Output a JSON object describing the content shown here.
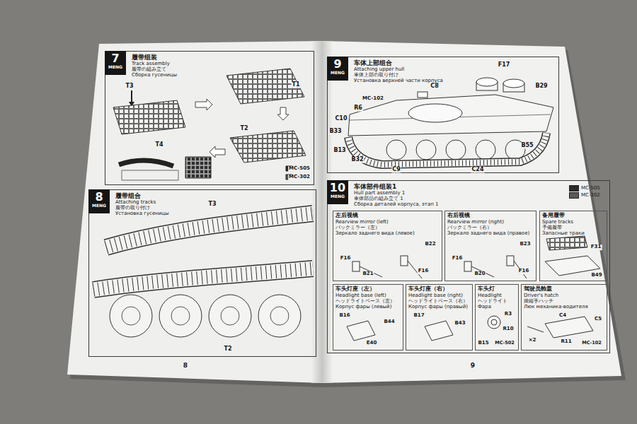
{
  "diagram": {
    "nodes": [
      {
        "text": [
          "履带组装",
          "Track assembly",
          "履帯の組み立て",
          "Сборка гусеницы"
        ]
      },
      {
        "text": [
          "7",
          "MENG"
        ],
        "in": 0
      },
      {
        "text": [
          "履带组合",
          "Attaching tracks",
          "履帯の取り付け",
          "Установка гусеницы"
        ]
      },
      {
        "text": [
          "8",
          "MENG"
        ],
        "in": 2
      },
      {
        "text": [
          "车体上部组合",
          "Attaching upper hull",
          "車体上部の取り付け",
          "Установка верхней части корпуса"
        ]
      },
      {
        "text": [
          "9",
          "MENG"
        ],
        "in": 4
      },
      {
        "text": [
          "车体部件组装1",
          "Hull part assembly 1",
          "車体部品の組み立て 1",
          "Сборка деталей корпуса, этап 1"
        ]
      },
      {
        "text": [
          "10",
          "MENG"
        ],
        "in": 6
      },
      {
        "text": [
          "左后视镜",
          "Rearview mirror (left)",
          "バックミラー（左）",
          "Зеркало заднего вида (левое)"
        ],
        "in": 6
      },
      {
        "text": [
          "右后视镜",
          "Rearview mirror (right)",
          "バックミラー（右）",
          "Зеркало заднего вида (правое)"
        ],
        "in": 6
      },
      {
        "text": [
          "备用履带",
          "Spare tracks",
          "予備履帯",
          "Запасные траки"
        ],
        "in": 6
      },
      {
        "text": [
          "车头灯座（左）",
          "Headlight base (left)",
          "ヘッドライトベース（左）",
          "Корпус фары (левый)"
        ],
        "in": 6
      },
      {
        "text": [
          "车头灯座（右）",
          "Headlight base (right)",
          "ヘッドライトベース（右）",
          "Корпус фары (правый)"
        ],
        "in": 6
      },
      {
        "text": [
          "车头灯",
          "Headlight",
          "ヘッドライト",
          "Фара"
        ],
        "in": 6
      },
      {
        "text": [
          "驾驶员舱盖",
          "Driver's hatch",
          "操縦手ハッチ",
          "Люк механика-водителя"
        ],
        "in": 6
      }
    ],
    "labels": [
      "T3",
      "T4",
      "T1",
      "T2",
      "MC-505",
      "MC-302",
      "T3",
      "T2",
      "8",
      "C8",
      "F17",
      "B29",
      "MC-102",
      "R6",
      "C10",
      "B33",
      "B13",
      "B32",
      "C9",
      "C24",
      "B55",
      "9",
      "B22",
      "F16",
      "B21",
      "F16",
      "B23",
      "F16",
      "B20",
      "F16",
      "F31",
      "B49",
      "B16",
      "B44",
      "E40",
      "B17",
      "B43",
      "R3",
      "R10",
      "B15",
      "MC-502",
      "C4",
      "C5",
      "R11",
      "×2",
      "MC-102"
    ],
    "legend": [
      {
        "text": "MC-505",
        "color": "#2b2b2b"
      },
      {
        "text": "MC-302",
        "color": "#5a5a58"
      }
    ]
  }
}
